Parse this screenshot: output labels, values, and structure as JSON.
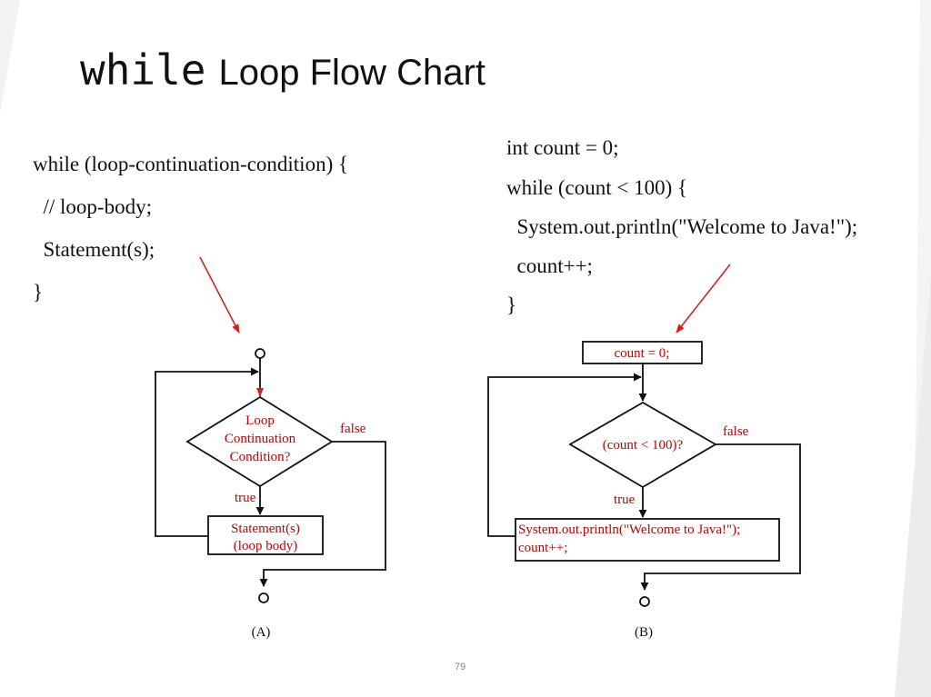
{
  "title": {
    "keyword": "while",
    "rest": "Loop Flow Chart"
  },
  "code_general": [
    "while (loop-continuation-condition) {",
    "  // loop-body;",
    "  Statement(s);",
    "}"
  ],
  "code_example": [
    "int count = 0;",
    "while (count < 100) {",
    "  System.out.println(\"Welcome to Java!\");",
    "  count++;",
    "}"
  ],
  "flowchart_a": {
    "condition": [
      "Loop",
      "Continuation",
      "Condition?"
    ],
    "body": [
      "Statement(s)",
      "(loop body)"
    ],
    "true_label": "true",
    "false_label": "false",
    "caption": "(A)"
  },
  "flowchart_b": {
    "init": "count = 0;",
    "condition": "(count < 100)?",
    "body": [
      "System.out.println(\"Welcome to Java!\");",
      "count++;"
    ],
    "true_label": "true",
    "false_label": "false",
    "caption": "(B)"
  },
  "page_number": "79",
  "colors": {
    "label_red": "#c00000",
    "line": "#111111"
  }
}
